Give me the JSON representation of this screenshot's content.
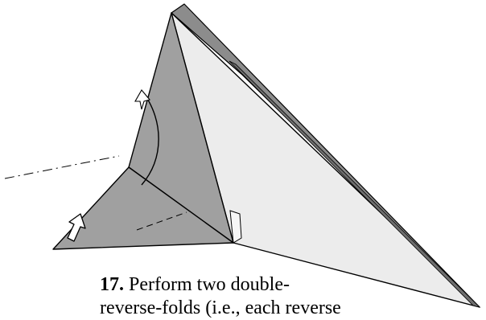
{
  "caption": {
    "step_number": "17.",
    "line1": "Perform two double-",
    "line2": "reverse-folds (i.e., each reverse"
  },
  "colors": {
    "dark_paper": "#a0a0a0",
    "darker_paper": "#8c8c8c",
    "light_paper": "#ececec",
    "stroke": "#000000"
  },
  "icons": {
    "push_arrow": "hollow-arrow-icon",
    "fold_arrow": "curved-fold-arrow-icon"
  }
}
